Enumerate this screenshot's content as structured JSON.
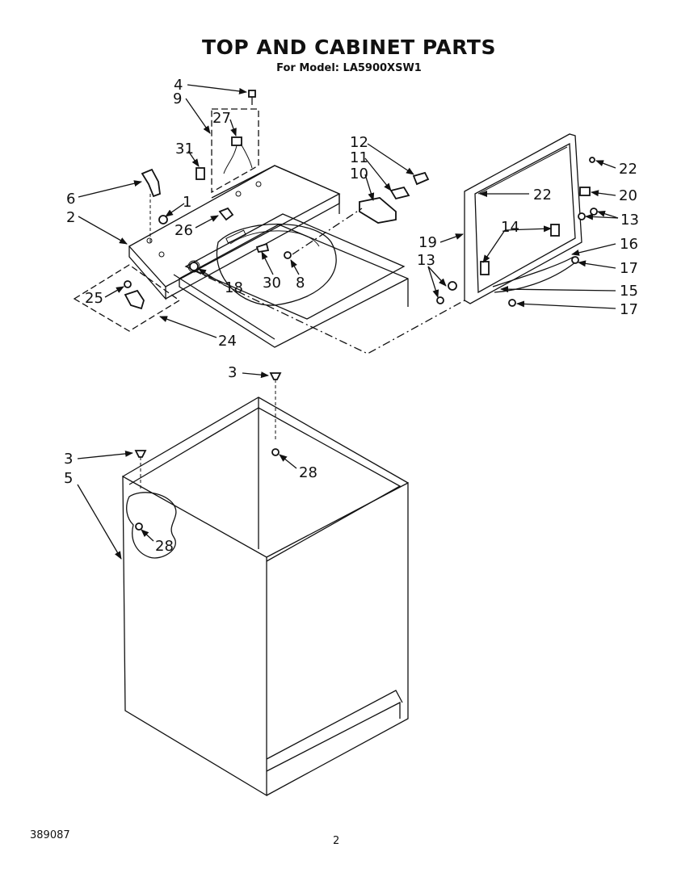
{
  "header": {
    "title": "TOP AND CABINET PARTS",
    "subtitle": "For Model: LA5900XSW1"
  },
  "footer": {
    "doc_id": "389087",
    "page": "2"
  },
  "callouts": [
    "4",
    "9",
    "27",
    "31",
    "6",
    "1",
    "2",
    "26",
    "25",
    "24",
    "30",
    "8",
    "18",
    "12",
    "11",
    "10",
    "22",
    "22",
    "20",
    "13",
    "14",
    "19",
    "13",
    "16",
    "17",
    "15",
    "17",
    "3",
    "28",
    "3",
    "5",
    "28"
  ]
}
